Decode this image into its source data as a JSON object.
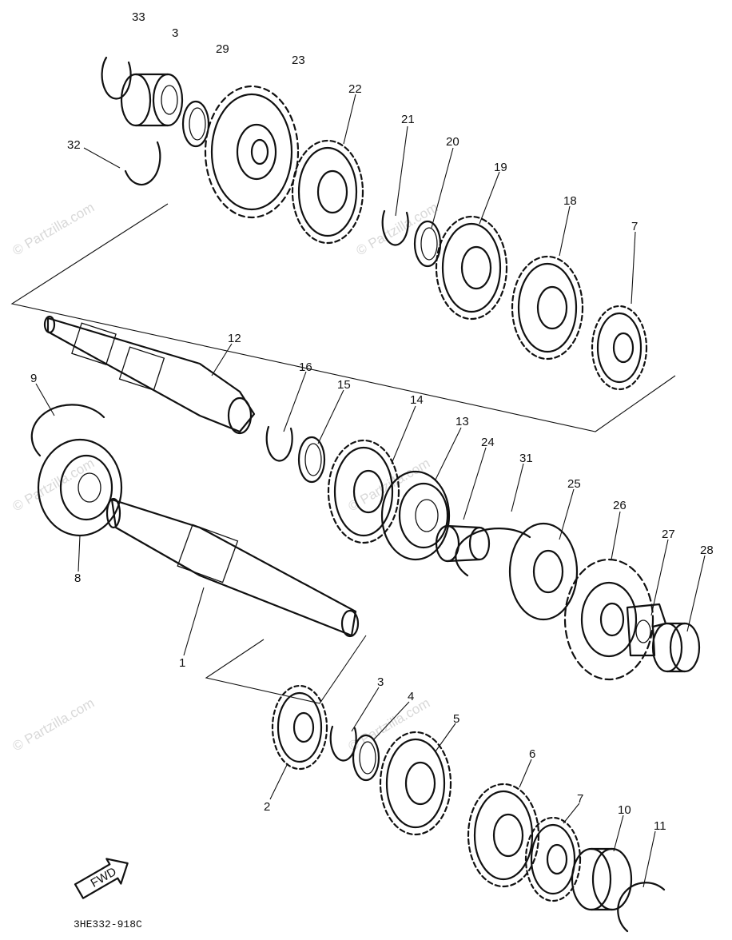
{
  "watermark": "© Partzilla.com",
  "diagram_code": "3HE332-918C",
  "fwd_label": "FWD",
  "part_labels": {
    "p1": "1",
    "p2": "2",
    "p3": "3",
    "p4": "4",
    "p5": "5",
    "p6": "6",
    "p7": "7",
    "p7b": "7",
    "p8": "8",
    "p9": "9",
    "p10": "10",
    "p11": "11",
    "p12": "12",
    "p13": "13",
    "p14": "14",
    "p15": "15",
    "p16": "16",
    "p18": "18",
    "p19": "19",
    "p20": "20",
    "p21": "21",
    "p22": "22",
    "p23": "23",
    "p24": "24",
    "p25": "25",
    "p26": "26",
    "p27": "27",
    "p28": "28",
    "p29": "29",
    "p31": "31",
    "p32": "32",
    "p33": "33",
    "p3b": "3"
  }
}
